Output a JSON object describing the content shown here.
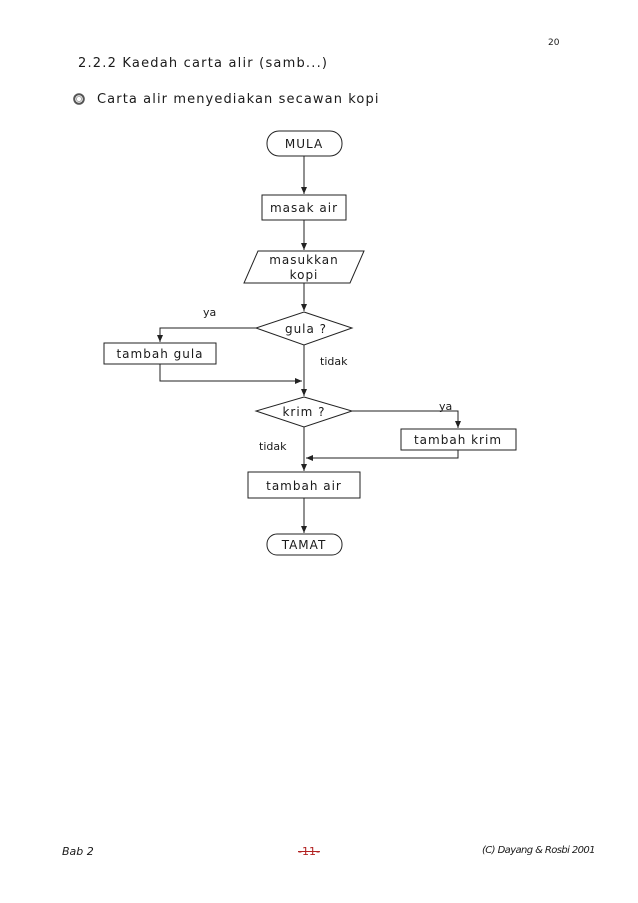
{
  "page_number": "20",
  "section_heading": "2.2.2 Kaedah carta alir (samb...)",
  "bullet_text": "Carta alir menyediakan secawan kopi",
  "bullet_icon": "hollow-circle-bullet-icon",
  "flowchart": {
    "start": "MULA",
    "step_boil": "masak air",
    "step_coffee_line1": "masukkan",
    "step_coffee_line2": "kopi",
    "decision_sugar": "gula ?",
    "sugar_yes": "ya",
    "sugar_no": "tidak",
    "step_add_sugar": "tambah gula",
    "decision_cream": "krim ?",
    "cream_yes": "ya",
    "cream_no": "tidak",
    "step_add_cream": "tambah krim",
    "step_add_water": "tambah air",
    "end": "TAMAT"
  },
  "footer": {
    "left": "Bab 2",
    "center": "-11-",
    "right": "(C) Dayang & Rosbi 2001"
  },
  "colors": {
    "ink": "#1a1a1a",
    "footer_center": "#b22222"
  }
}
